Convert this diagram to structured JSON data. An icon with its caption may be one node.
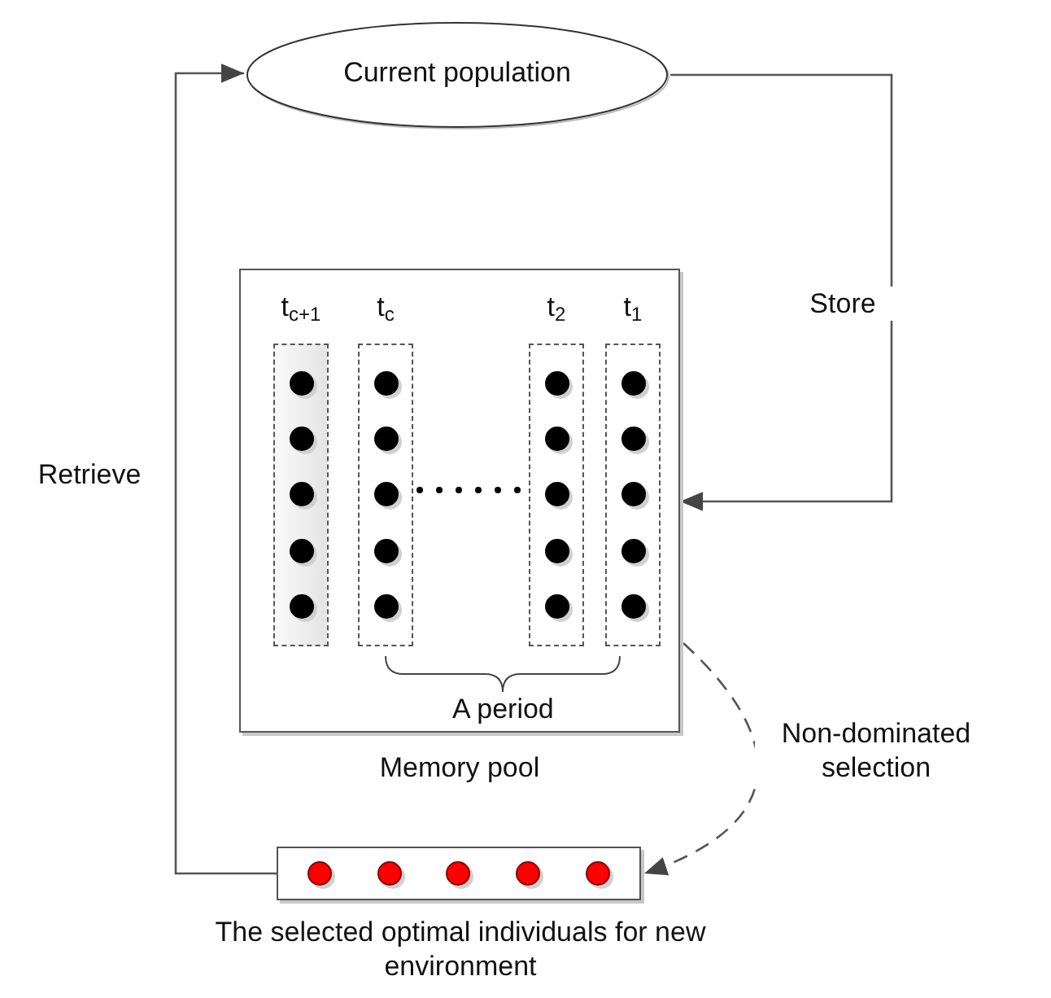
{
  "diagram": {
    "nodes": [
      {
        "text": [
          "Current population"
        ]
      },
      {
        "text": [
          "Memory pool"
        ]
      },
      {
        "text": [
          "t$_{c+1}$"
        ],
        "in": 1
      },
      {
        "text": [
          "t$_{c}$"
        ],
        "in": 1
      },
      {
        "text": [
          "t$_{2}$"
        ],
        "in": 1
      },
      {
        "text": [
          "t$_{1}$"
        ],
        "in": 1
      },
      {
        "text": [
          "The selected optimal individuals for new environment"
        ]
      }
    ],
    "edges": [
      {
        "from": 0,
        "to": 1,
        "arrow": "to",
        "label": "Store"
      },
      {
        "from": 6,
        "to": 0,
        "arrow": "to",
        "label": "Retrieve"
      },
      {
        "from": 1,
        "to": 6,
        "arrow": "to",
        "label": "Non-dominated selection",
        "style": "dashed"
      }
    ],
    "labels": [
      "A period"
    ]
  }
}
